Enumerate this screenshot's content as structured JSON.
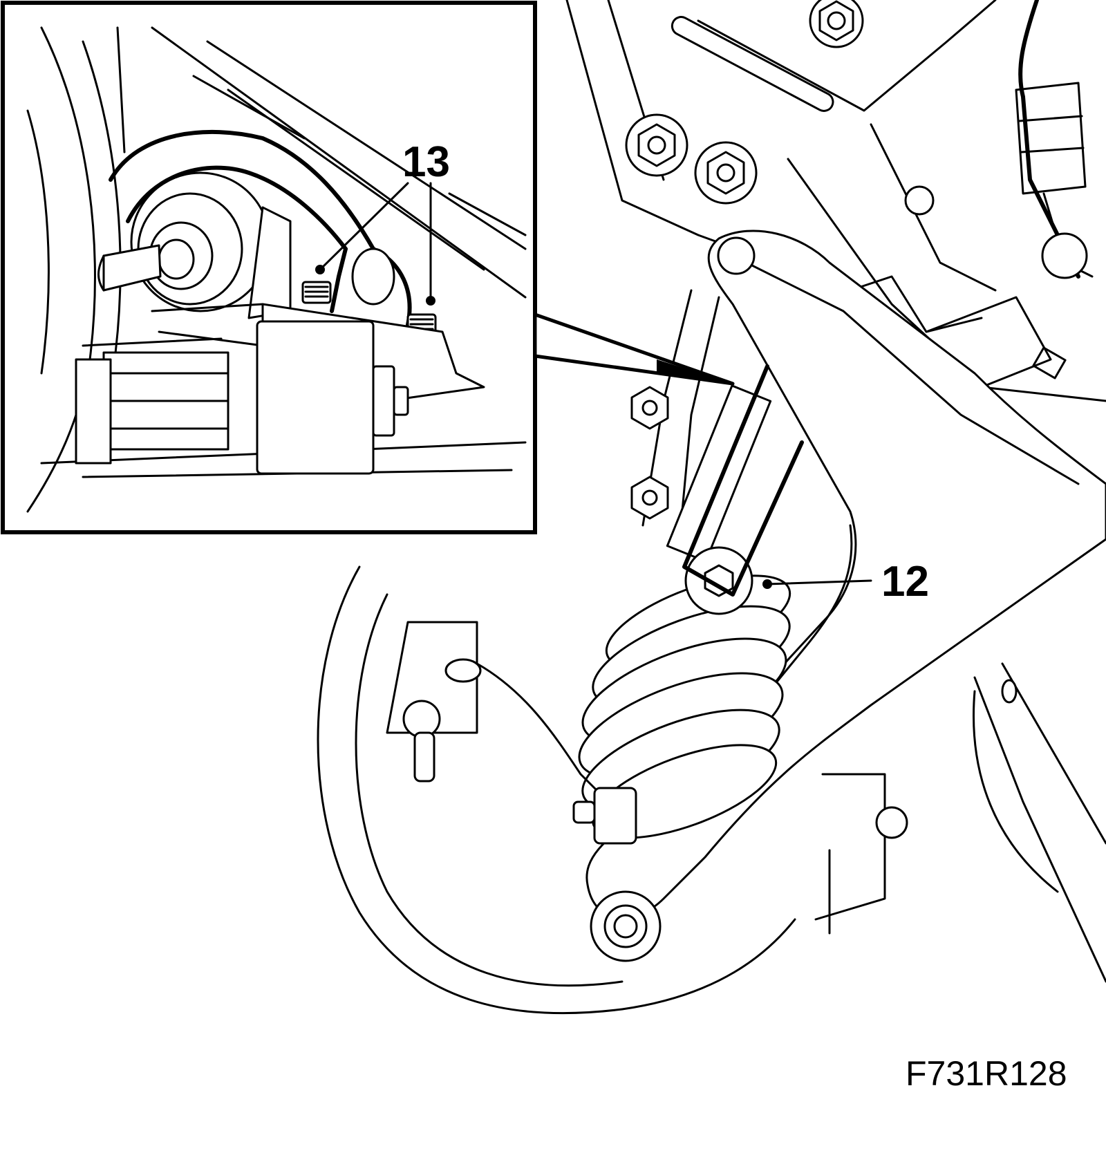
{
  "figure": {
    "callouts": [
      {
        "id": "callout-13",
        "label": "13"
      },
      {
        "id": "callout-12",
        "label": "12"
      }
    ],
    "figure_code": "F731R128"
  }
}
